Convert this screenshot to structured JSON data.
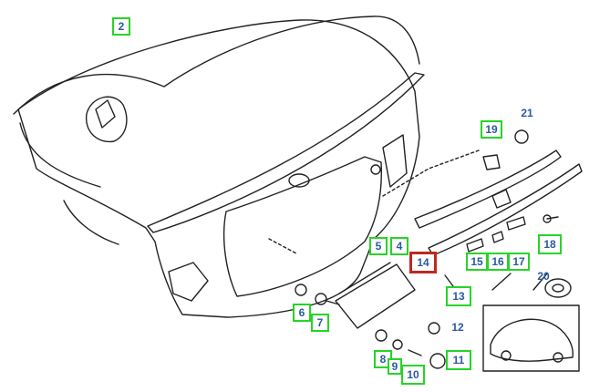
{
  "diagram": {
    "callouts": [
      {
        "id": "c2",
        "label": "2",
        "style": "boxed"
      },
      {
        "id": "c19",
        "label": "19",
        "style": "boxed"
      },
      {
        "id": "c21",
        "label": "21",
        "style": "plain"
      },
      {
        "id": "c5",
        "label": "5",
        "style": "boxed"
      },
      {
        "id": "c4",
        "label": "4",
        "style": "boxed"
      },
      {
        "id": "c14",
        "label": "14",
        "style": "active"
      },
      {
        "id": "c15",
        "label": "15",
        "style": "boxed"
      },
      {
        "id": "c16",
        "label": "16",
        "style": "boxed"
      },
      {
        "id": "c17",
        "label": "17",
        "style": "boxed"
      },
      {
        "id": "c18",
        "label": "18",
        "style": "boxed"
      },
      {
        "id": "c20",
        "label": "20",
        "style": "plain"
      },
      {
        "id": "c13",
        "label": "13",
        "style": "boxed"
      },
      {
        "id": "c6",
        "label": "6",
        "style": "boxed"
      },
      {
        "id": "c7",
        "label": "7",
        "style": "boxed"
      },
      {
        "id": "c12",
        "label": "12",
        "style": "plain"
      },
      {
        "id": "c8",
        "label": "8",
        "style": "boxed"
      },
      {
        "id": "c9",
        "label": "9",
        "style": "boxed"
      },
      {
        "id": "c10",
        "label": "10",
        "style": "boxed"
      },
      {
        "id": "c11",
        "label": "11",
        "style": "boxed"
      }
    ],
    "colors": {
      "callout_border": "#27d427",
      "active_border": "#c0281e",
      "label_text": "#2a5aa0",
      "line_art": "#222222"
    }
  }
}
